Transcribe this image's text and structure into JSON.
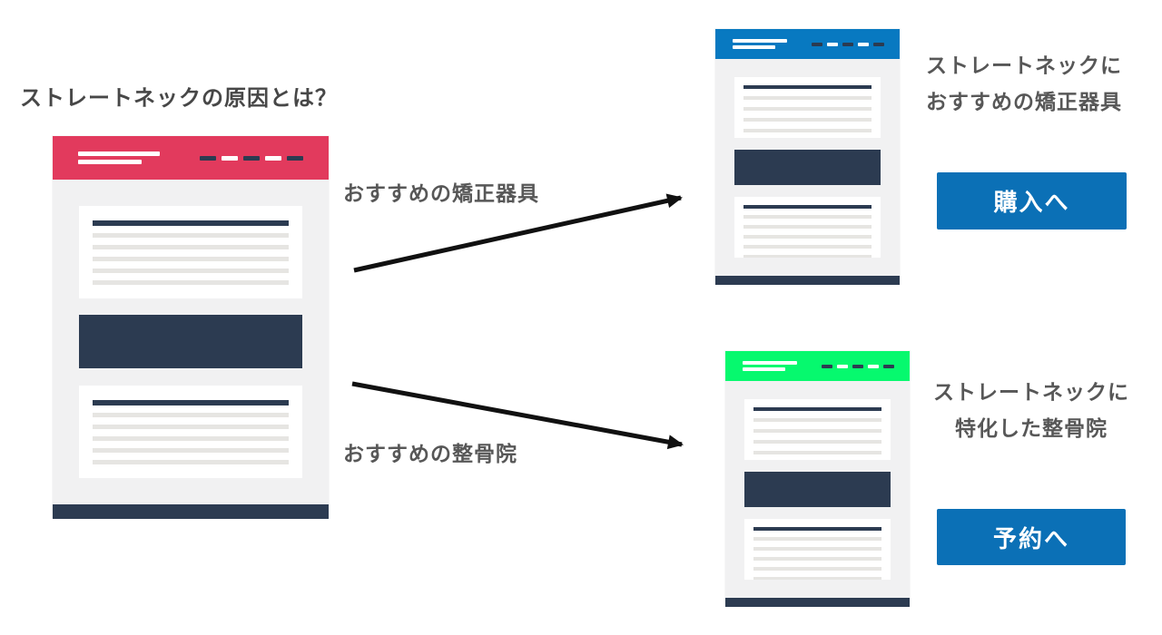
{
  "diagram": {
    "source_page": {
      "title": "ストレートネックの原因とは？"
    },
    "branches": [
      {
        "arrow_label": "おすすめの矯正器具",
        "caption_line1": "ストレートネックに",
        "caption_line2": "おすすめの矯正器具",
        "cta_label": "購入へ"
      },
      {
        "arrow_label": "おすすめの整骨院",
        "caption_line1": "ストレートネックに",
        "caption_line2": "特化した整骨院",
        "cta_label": "予約へ"
      }
    ],
    "colors": {
      "source_header": "#E23A5D",
      "product_header": "#0879C1",
      "clinic_header": "#06F96E",
      "navy": "#2C3B51",
      "cta_button": "#0B70B6",
      "arrow": "#111111",
      "mockup_body": "#F1F1F2",
      "placeholder_line": "#E6E5E2"
    }
  }
}
